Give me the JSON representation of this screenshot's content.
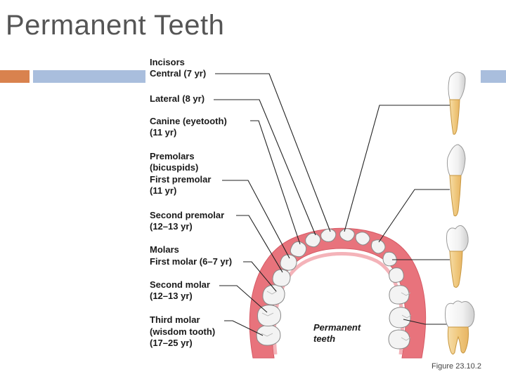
{
  "title": "Permanent Teeth",
  "colors": {
    "accent_orange": "#d9824e",
    "accent_blue": "#a9bedd",
    "gum": "#e8737c",
    "gum_light": "#f4b3b9",
    "tooth": "#f2f2f2",
    "root": "#f1cf8e"
  },
  "labels": {
    "incisors_group": "Incisors",
    "central": "Central (7 yr)",
    "lateral": "Lateral (8 yr)",
    "canine": "Canine (eyetooth)",
    "canine_age": "(11 yr)",
    "premolars_group": "Premolars",
    "premolars_alt": "(bicuspids)",
    "first_premolar": "First premolar",
    "first_premolar_age": "(11 yr)",
    "second_premolar": "Second premolar",
    "second_premolar_age": "(12–13 yr)",
    "molars_group": "Molars",
    "first_molar": "First molar (6–7 yr)",
    "second_molar": "Second molar",
    "second_molar_age": "(12–13 yr)",
    "third_molar": "Third molar",
    "third_molar_alt": "(wisdom tooth)",
    "third_molar_age": "(17–25 yr)"
  },
  "caption": {
    "line1": "Permanent",
    "line2": "teeth"
  },
  "figure_ref": "Figure 23.10.2",
  "icons": {
    "incisor_side": "incisor-tooth-icon",
    "canine_side": "canine-tooth-icon",
    "premolar_side": "premolar-tooth-icon",
    "molar_side": "molar-tooth-icon"
  }
}
